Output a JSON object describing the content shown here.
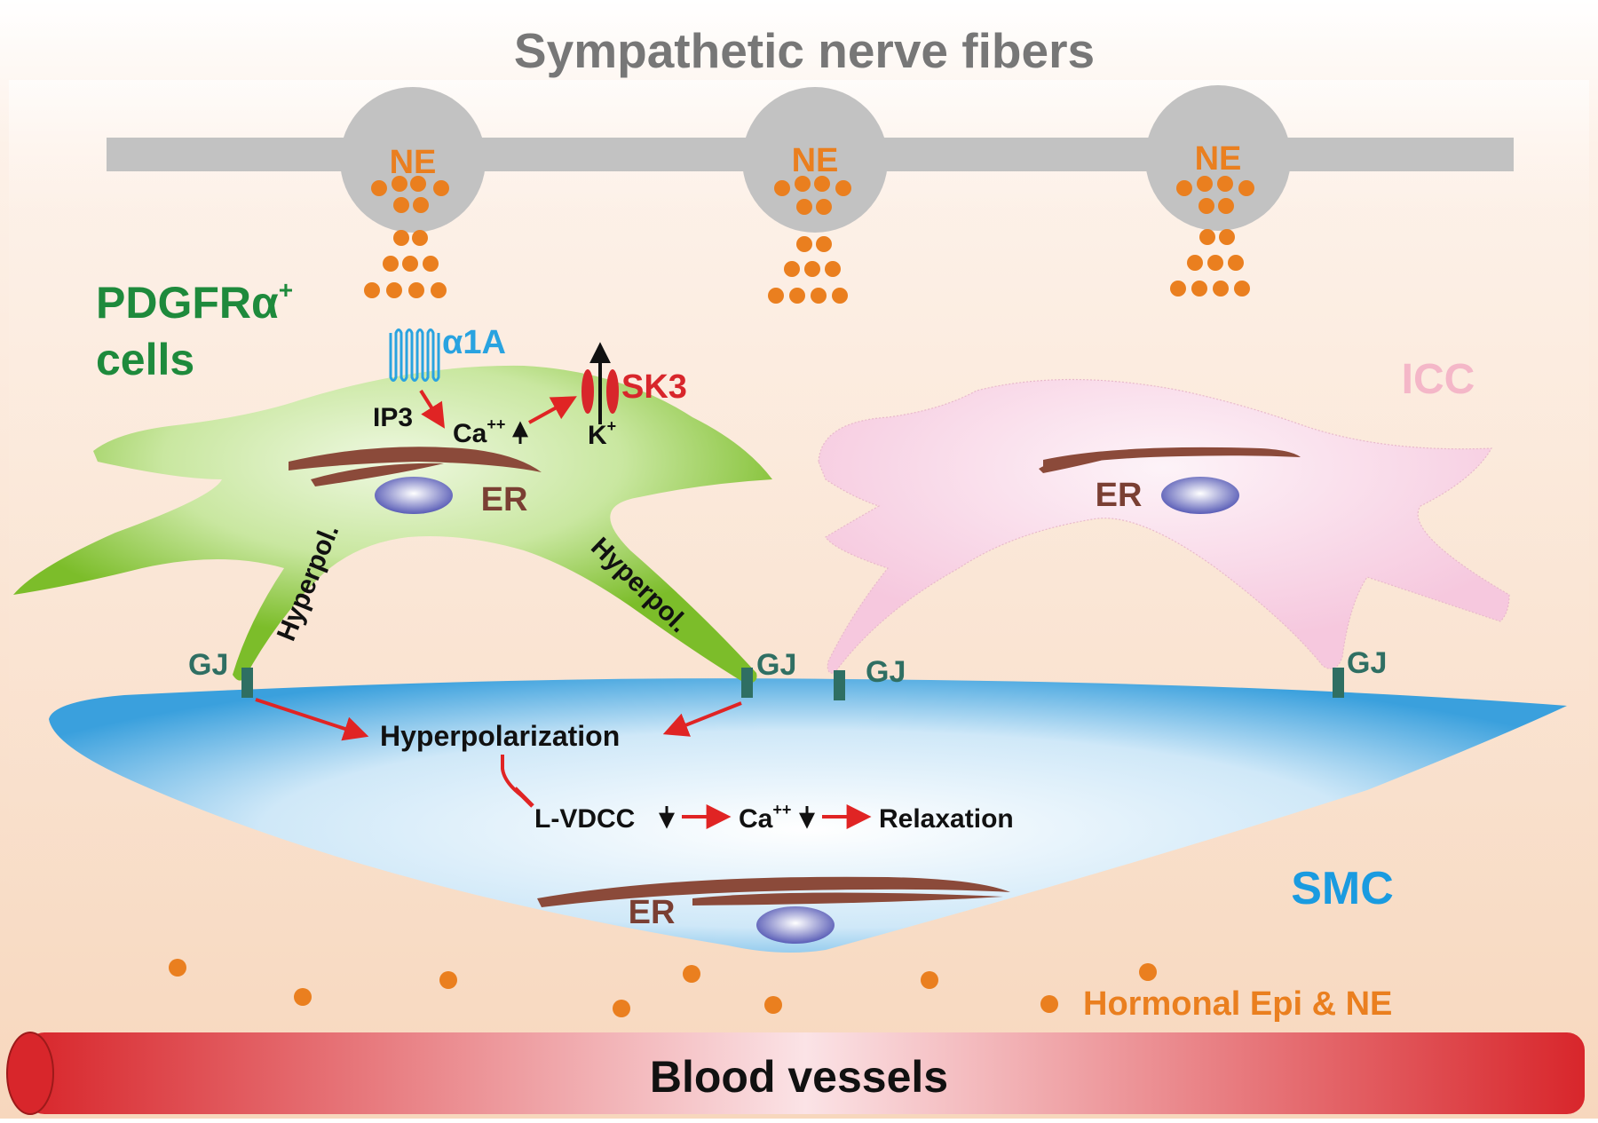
{
  "nerve": {
    "title": "Sympathetic nerve fibers",
    "varicosity_label": "NE"
  },
  "pdgfr": {
    "label_line1": "PDGFRα",
    "label_sup": "+",
    "label_line2": "cells",
    "receptor": "α1A",
    "ip3": "IP3",
    "ca": "Ca",
    "ca_sup": "++",
    "sk3": "SK3",
    "k": "K",
    "k_sup": "+",
    "er": "ER",
    "hyperpol_left": "Hyperpol.",
    "hyperpol_right": "Hyperpol."
  },
  "icc": {
    "label": "ICC",
    "er": "ER"
  },
  "gap_junctions": [
    "GJ",
    "GJ",
    "GJ",
    "GJ"
  ],
  "smc": {
    "label": "SMC",
    "er": "ER",
    "hyperpolarization": "Hyperpolarization",
    "lvdcc": "L-VDCC",
    "ca": "Ca",
    "ca_sup": "++",
    "relaxation": "Relaxation"
  },
  "hormonal": "Hormonal Epi & NE",
  "blood_vessels": "Blood vessels",
  "colors": {
    "nerve": "#c2c2c2",
    "transmitter": "#ea7f1f",
    "pdgfr_green": "#7cbd2a",
    "pdgfr_text": "#1e8a3c",
    "icc_pink": "#f7cfe0",
    "icc_text": "#f4b7c8",
    "smc_blue": "#3aa0dd",
    "er_brown": "#8b4a3a",
    "gap_junction": "#2f6f63",
    "arrow_red": "#e02424",
    "vessel_red": "#d8262b"
  }
}
